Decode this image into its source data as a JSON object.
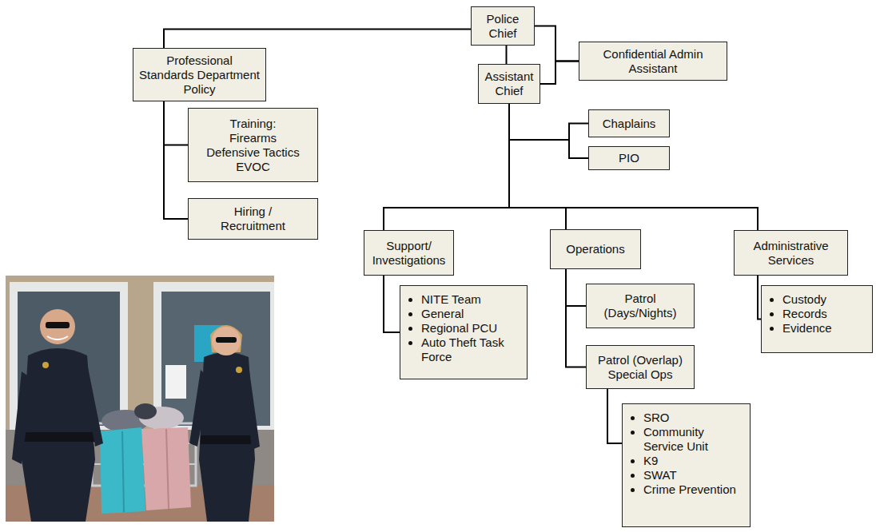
{
  "diagram": {
    "nodes": [
      {
        "text": [
          "Police Chief"
        ]
      },
      {
        "text": [
          "Confidential Admin Assistant"
        ]
      },
      {
        "text": [
          "Professional Standards Department Policy"
        ]
      },
      {
        "text": [
          "Assistant Chief"
        ]
      },
      {
        "text": [
          "Training:",
          "Firearms",
          "Defensive Tactics",
          "EVOC"
        ]
      },
      {
        "text": [
          "Hiring / Recruitment"
        ]
      },
      {
        "text": [
          "Chaplains"
        ]
      },
      {
        "text": [
          "PIO"
        ]
      },
      {
        "text": [
          "Support/ Investigations"
        ]
      },
      {
        "text": [
          "Operations"
        ]
      },
      {
        "text": [
          "Administrative Services"
        ]
      },
      {
        "text": [
          "NITE Team",
          "General",
          "Regional PCU",
          "Auto Theft Task Force"
        ]
      },
      {
        "text": [
          "Patrol (Days/Nights)"
        ]
      },
      {
        "text": [
          "Patrol (Overlap) Special Ops"
        ]
      },
      {
        "text": [
          "SRO",
          "Community Service Unit",
          "K9",
          "SWAT",
          "Crime Prevention"
        ]
      },
      {
        "text": [
          "Custody",
          "Records",
          "Evidence"
        ]
      }
    ],
    "edges": [
      {
        "from": 0,
        "to": 1,
        "arrow": "none"
      },
      {
        "from": 3,
        "to": 1,
        "arrow": "none"
      },
      {
        "from": 0,
        "to": 2,
        "arrow": "none"
      },
      {
        "from": 0,
        "to": 3,
        "arrow": "none"
      },
      {
        "from": 2,
        "to": 4,
        "arrow": "none"
      },
      {
        "from": 2,
        "to": 5,
        "arrow": "none"
      },
      {
        "from": 3,
        "to": 6,
        "arrow": "none"
      },
      {
        "from": 3,
        "to": 7,
        "arrow": "none"
      },
      {
        "from": 3,
        "to": 8,
        "arrow": "none"
      },
      {
        "from": 3,
        "to": 9,
        "arrow": "none"
      },
      {
        "from": 3,
        "to": 10,
        "arrow": "none"
      },
      {
        "from": 8,
        "to": 11,
        "arrow": "none"
      },
      {
        "from": 9,
        "to": 12,
        "arrow": "none"
      },
      {
        "from": 9,
        "to": 13,
        "arrow": "none"
      },
      {
        "from": 13,
        "to": 14,
        "arrow": "none"
      },
      {
        "from": 10,
        "to": 15,
        "arrow": "none"
      }
    ]
  }
}
